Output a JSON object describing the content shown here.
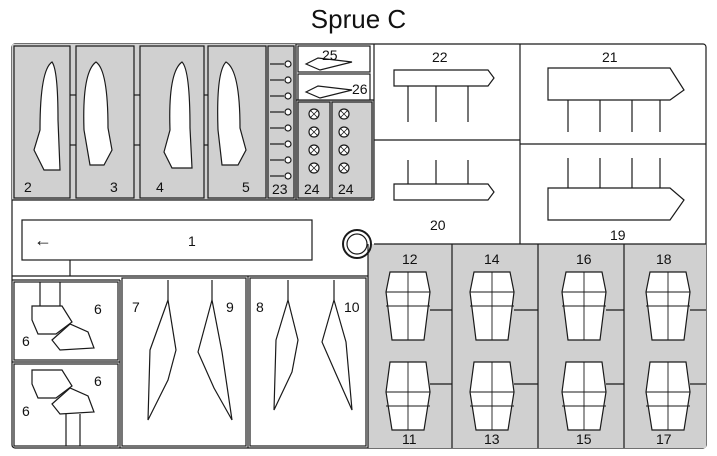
{
  "title": "Sprue C",
  "labels": {
    "p1": "1",
    "p2": "2",
    "p3": "3",
    "p4": "4",
    "p5": "5",
    "p6a": "6",
    "p6b": "6",
    "p6c": "6",
    "p6d": "6",
    "p7": "7",
    "p8": "8",
    "p9": "9",
    "p10": "10",
    "p11": "11",
    "p12": "12",
    "p13": "13",
    "p14": "14",
    "p15": "15",
    "p16": "16",
    "p17": "17",
    "p18": "18",
    "p19": "19",
    "p20": "20",
    "p21": "21",
    "p22": "22",
    "p23": "23",
    "p24a": "24",
    "p24b": "24",
    "p25": "25",
    "p26": "26"
  },
  "arrow_glyph": "←",
  "colors": {
    "shaded": "#d0d0d0",
    "line": "#1a1a1a",
    "bg": "#ffffff"
  }
}
